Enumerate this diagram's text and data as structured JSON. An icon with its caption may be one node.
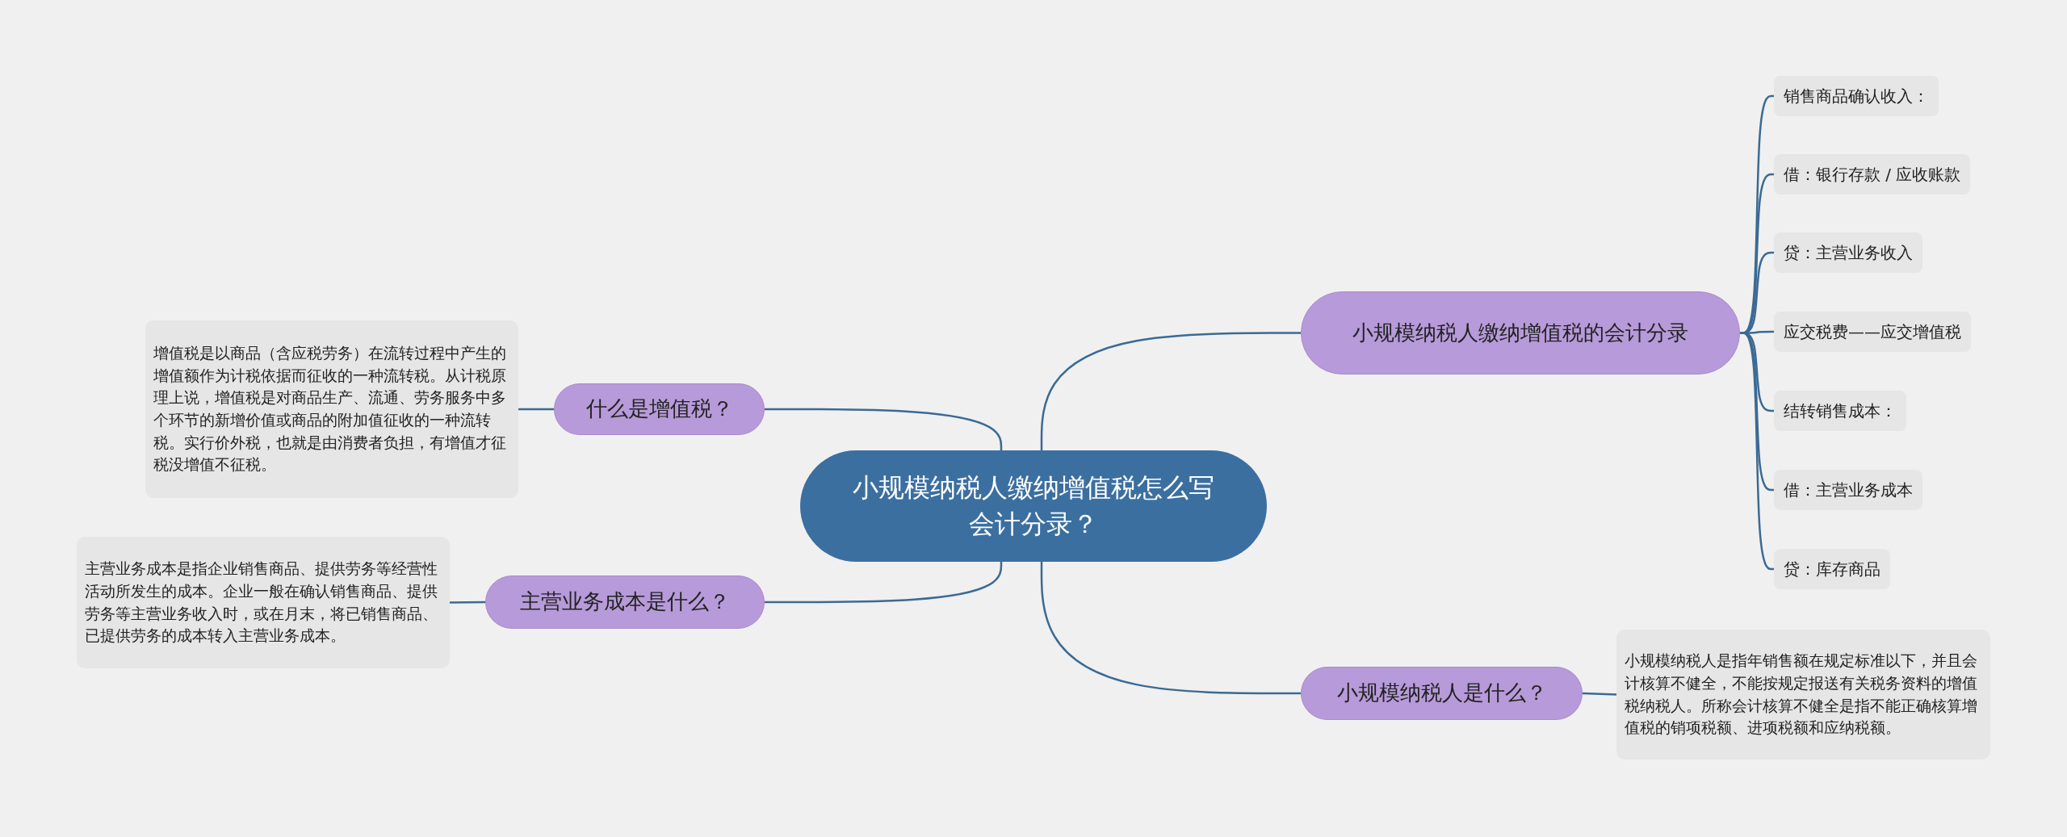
{
  "diagram": {
    "nodes": [
      {
        "text": [
          "小规模纳税人缴纳增值税怎么写会计分录？"
        ]
      },
      {
        "text": [
          "什么是增值税？"
        ]
      },
      {
        "text": [
          "增值税是以商品（含应税劳务）在流转过程中产生的增值额作为计税依据而征收的一种流转税。从计税原理上说，增值税是对商品生产、流通、劳务服务中多个环节的新增价值或商品的附加值征收的一种流转税。实行价外税，也就是由消费者负担，有增值才征税没增值不征税。"
        ]
      },
      {
        "text": [
          "主营业务成本是什么？"
        ]
      },
      {
        "text": [
          "主营业务成本是指企业销售商品、提供劳务等经营性活动所发生的成本。企业一般在确认销售商品、提供劳务等主营业务收入时，或在月末，将已销售商品、已提供劳务的成本转入主营业务成本。"
        ]
      },
      {
        "text": [
          "小规模纳税人缴纳增值税的会计分录"
        ]
      },
      {
        "text": [
          "销售商品确认收入："
        ]
      },
      {
        "text": [
          "借：银行存款 / 应收账款"
        ]
      },
      {
        "text": [
          "贷：主营业务收入"
        ]
      },
      {
        "text": [
          "应交税费——应交增值税"
        ]
      },
      {
        "text": [
          "结转销售成本："
        ]
      },
      {
        "text": [
          "借：主营业务成本"
        ]
      },
      {
        "text": [
          "贷：库存商品"
        ]
      },
      {
        "text": [
          "小规模纳税人是什么？"
        ]
      },
      {
        "text": [
          "小规模纳税人是指年销售额在规定标准以下，并且会计核算不健全，不能按规定报送有关税务资料的增值税纳税人。所称会计核算不健全是指不能正确核算增值税的销项税额、进项税额和应纳税额。"
        ]
      }
    ],
    "edges": [
      {
        "from": 0,
        "to": 1,
        "arrow": "none"
      },
      {
        "from": 1,
        "to": 2,
        "arrow": "none"
      },
      {
        "from": 0,
        "to": 3,
        "arrow": "none"
      },
      {
        "from": 3,
        "to": 4,
        "arrow": "none"
      },
      {
        "from": 0,
        "to": 5,
        "arrow": "none"
      },
      {
        "from": 5,
        "to": 6,
        "arrow": "none"
      },
      {
        "from": 5,
        "to": 7,
        "arrow": "none"
      },
      {
        "from": 5,
        "to": 8,
        "arrow": "none"
      },
      {
        "from": 5,
        "to": 9,
        "arrow": "none"
      },
      {
        "from": 5,
        "to": 10,
        "arrow": "none"
      },
      {
        "from": 5,
        "to": 11,
        "arrow": "none"
      },
      {
        "from": 5,
        "to": 12,
        "arrow": "none"
      },
      {
        "from": 0,
        "to": 13,
        "arrow": "none"
      },
      {
        "from": 13,
        "to": 14,
        "arrow": "none"
      }
    ]
  }
}
